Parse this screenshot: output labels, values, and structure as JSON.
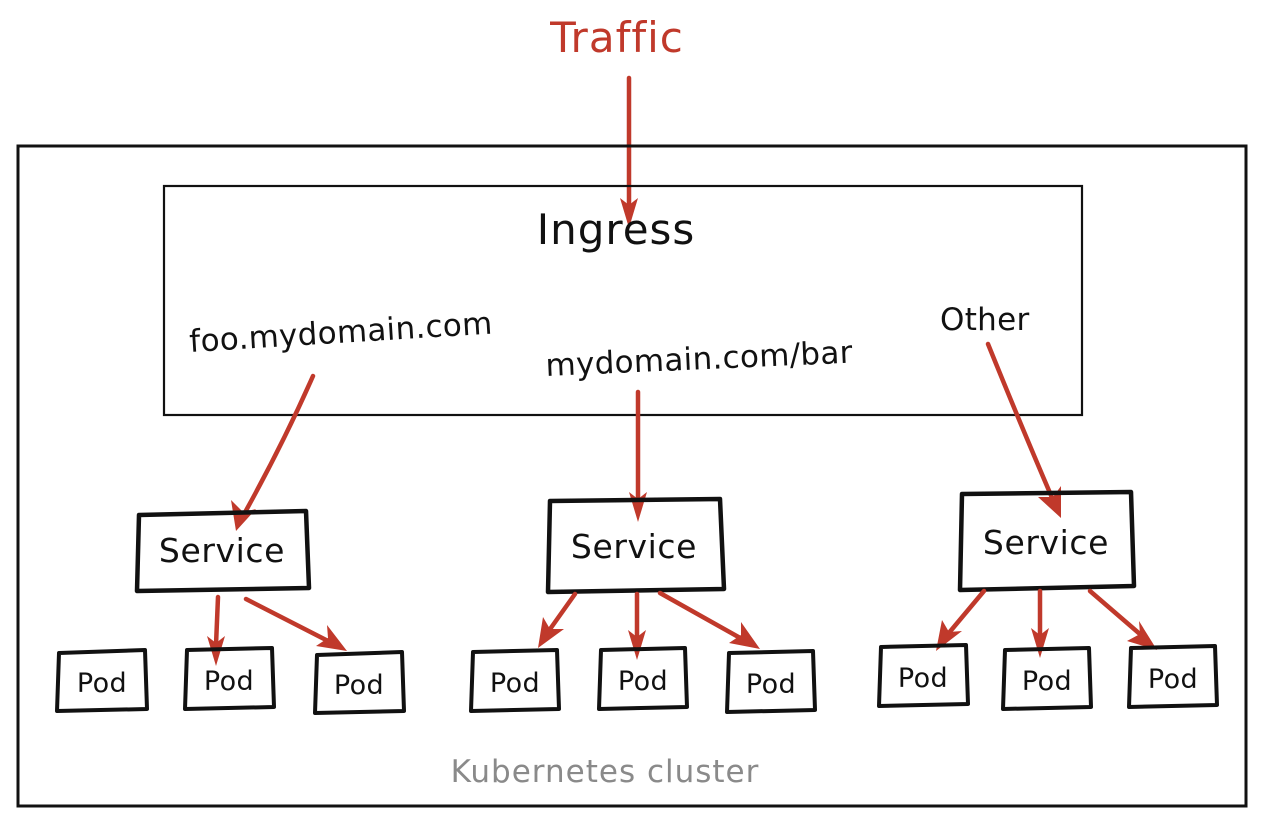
{
  "diagram": {
    "title_label": "Traffic",
    "cluster_caption": "Kubernetes cluster",
    "ingress": {
      "label": "Ingress"
    },
    "routes": [
      {
        "id": "route-host",
        "label": "foo.mydomain.com"
      },
      {
        "id": "route-path",
        "label": "mydomain.com/bar"
      },
      {
        "id": "route-default",
        "label": "Other"
      }
    ],
    "services": [
      {
        "id": "service-foo",
        "label": "Service",
        "pods": [
          {
            "label": "Pod",
            "targeted": false
          },
          {
            "label": "Pod",
            "targeted": true
          },
          {
            "label": "Pod",
            "targeted": true
          }
        ]
      },
      {
        "id": "service-bar",
        "label": "Service",
        "pods": [
          {
            "label": "Pod",
            "targeted": true
          },
          {
            "label": "Pod",
            "targeted": true
          },
          {
            "label": "Pod",
            "targeted": true
          }
        ]
      },
      {
        "id": "service-other",
        "label": "Service",
        "pods": [
          {
            "label": "Pod",
            "targeted": true
          },
          {
            "label": "Pod",
            "targeted": true
          },
          {
            "label": "Pod",
            "targeted": true
          }
        ]
      }
    ],
    "colors": {
      "traffic_red": "#c0392b",
      "ink_black": "#111111",
      "caption_gray": "#8a8a8a",
      "background": "#ffffff"
    }
  }
}
